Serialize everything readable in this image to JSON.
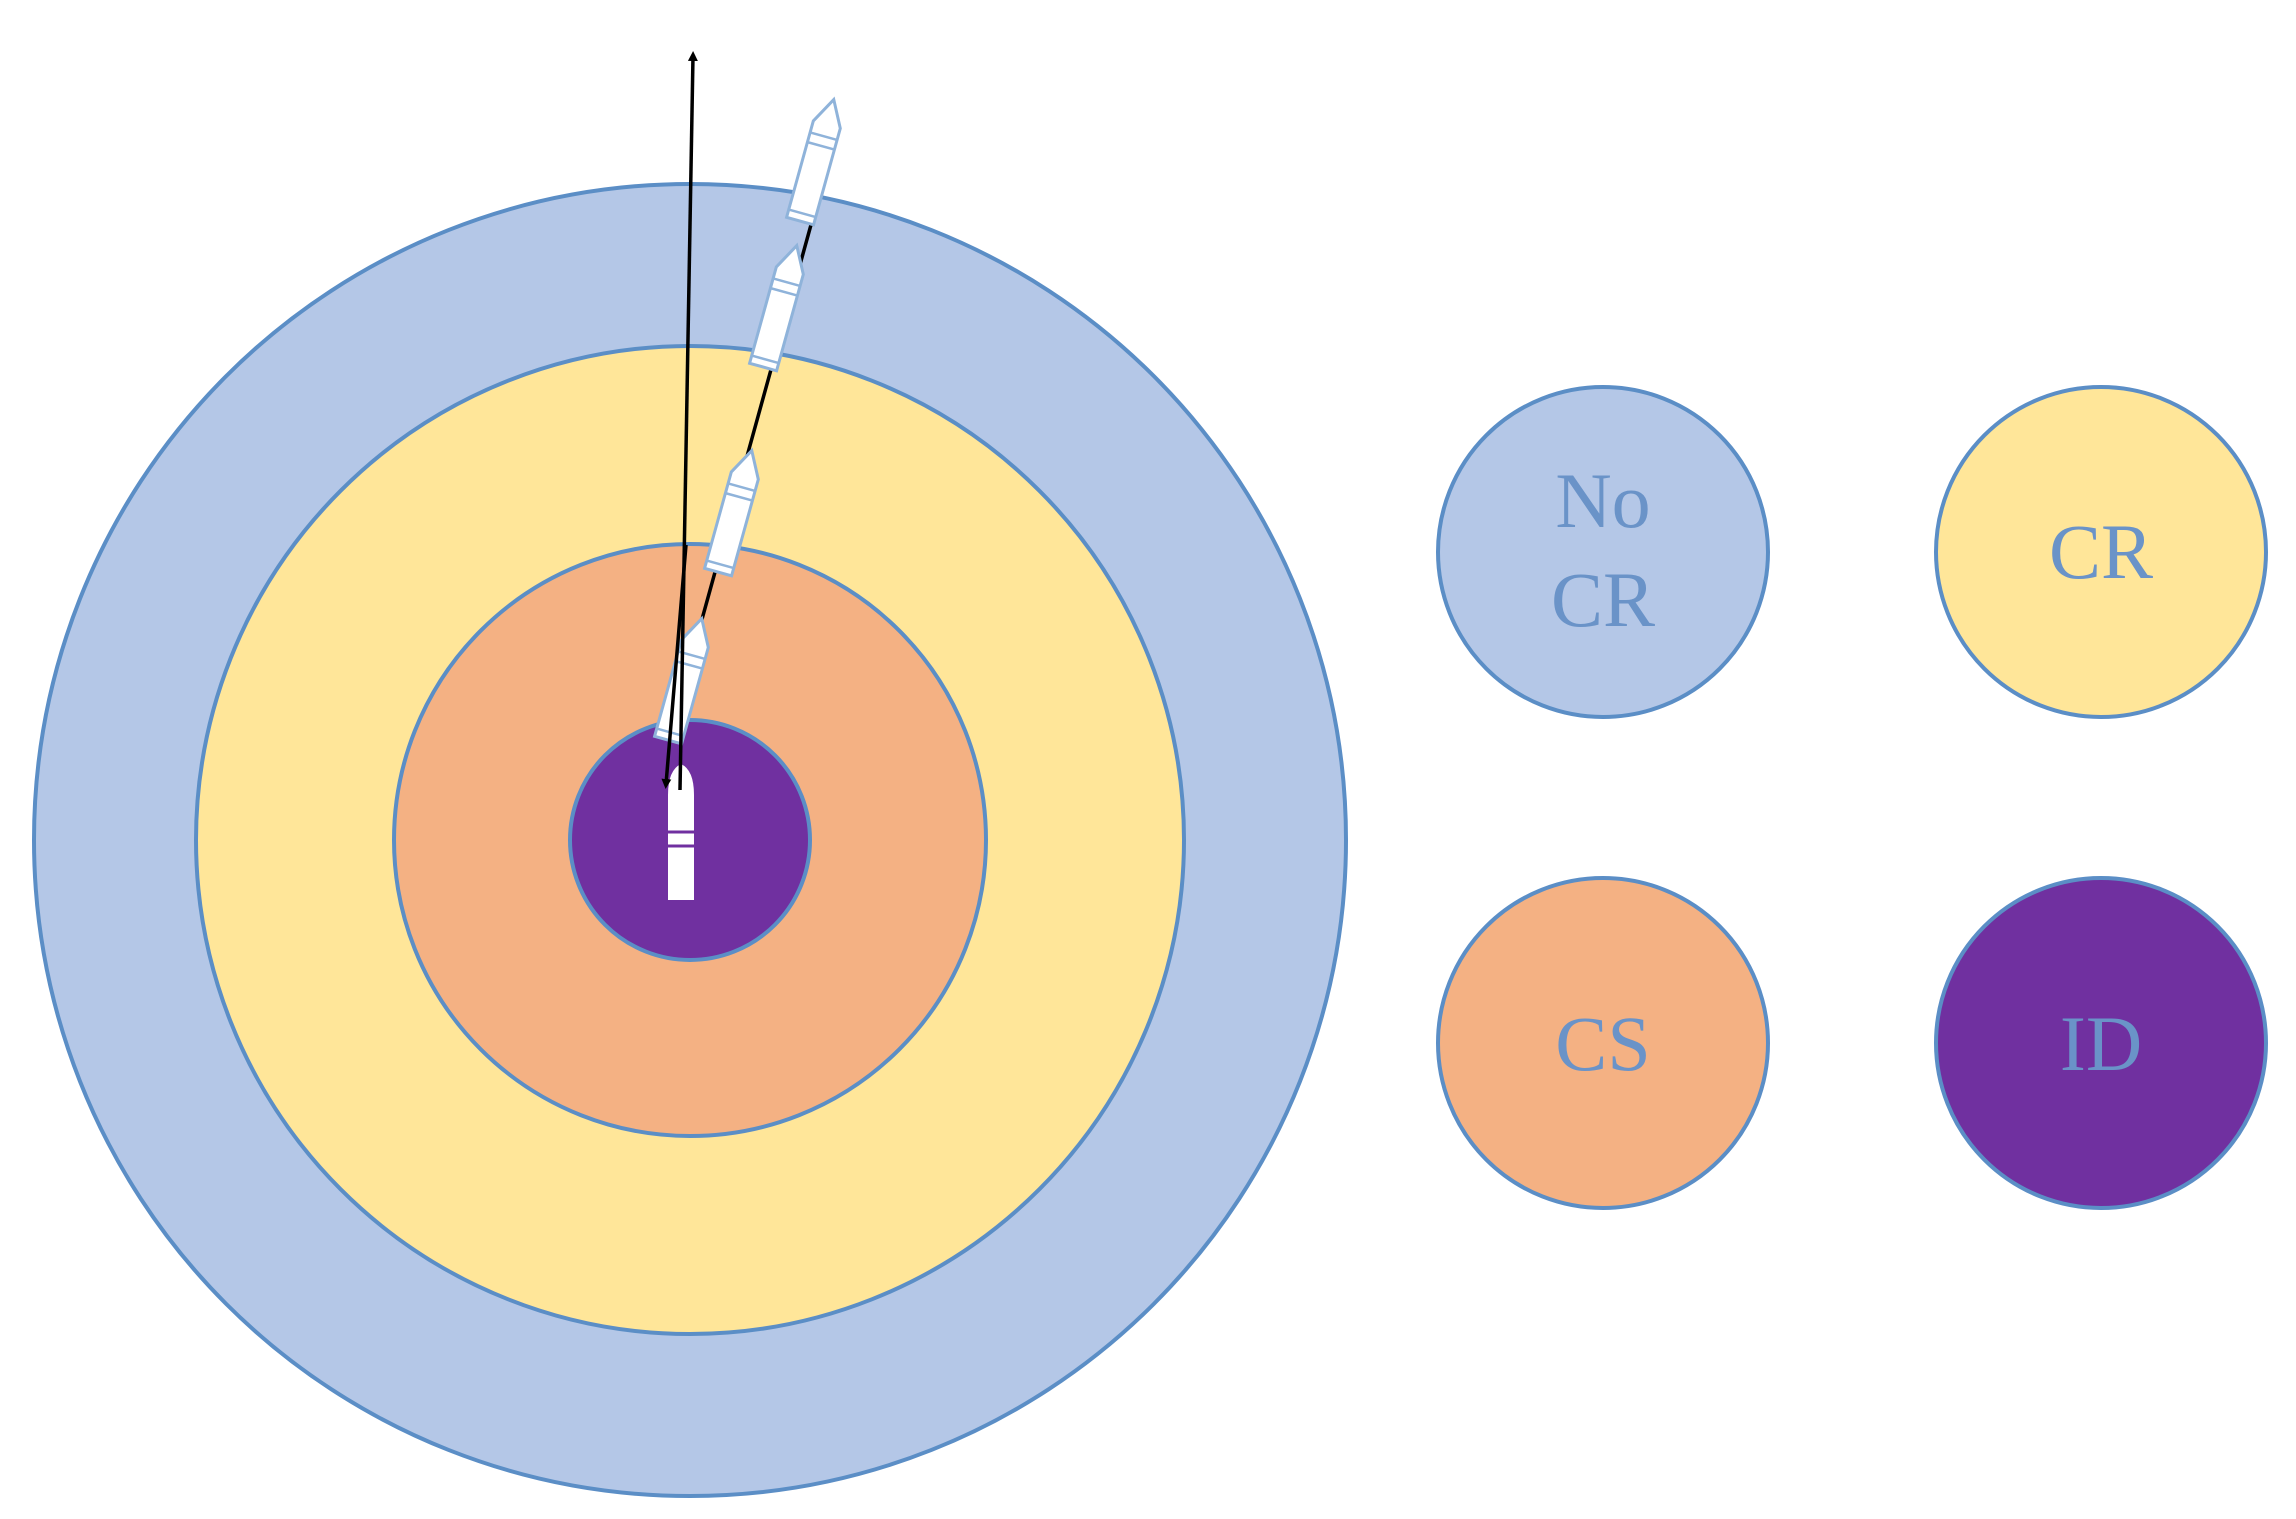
{
  "colors": {
    "no_cr": "#B4C7E7",
    "cr": "#FFE699",
    "cs": "#F4B183",
    "id": "#7030A0",
    "ring_stroke": "#5B8EC6",
    "legend_text": "#6A93C8",
    "missile_fill": "#FFFFFF",
    "missile_stroke": "#8FB3DA",
    "arrow": "#000000"
  },
  "legend": {
    "no_cr": {
      "line1": "No",
      "line2": "CR"
    },
    "cr": {
      "label": "CR"
    },
    "cs": {
      "label": "CS"
    },
    "id": {
      "label": "ID"
    }
  },
  "icons": {
    "ship": "ship-icon",
    "missile": "missile-icon",
    "arrow": "arrow-icon"
  }
}
